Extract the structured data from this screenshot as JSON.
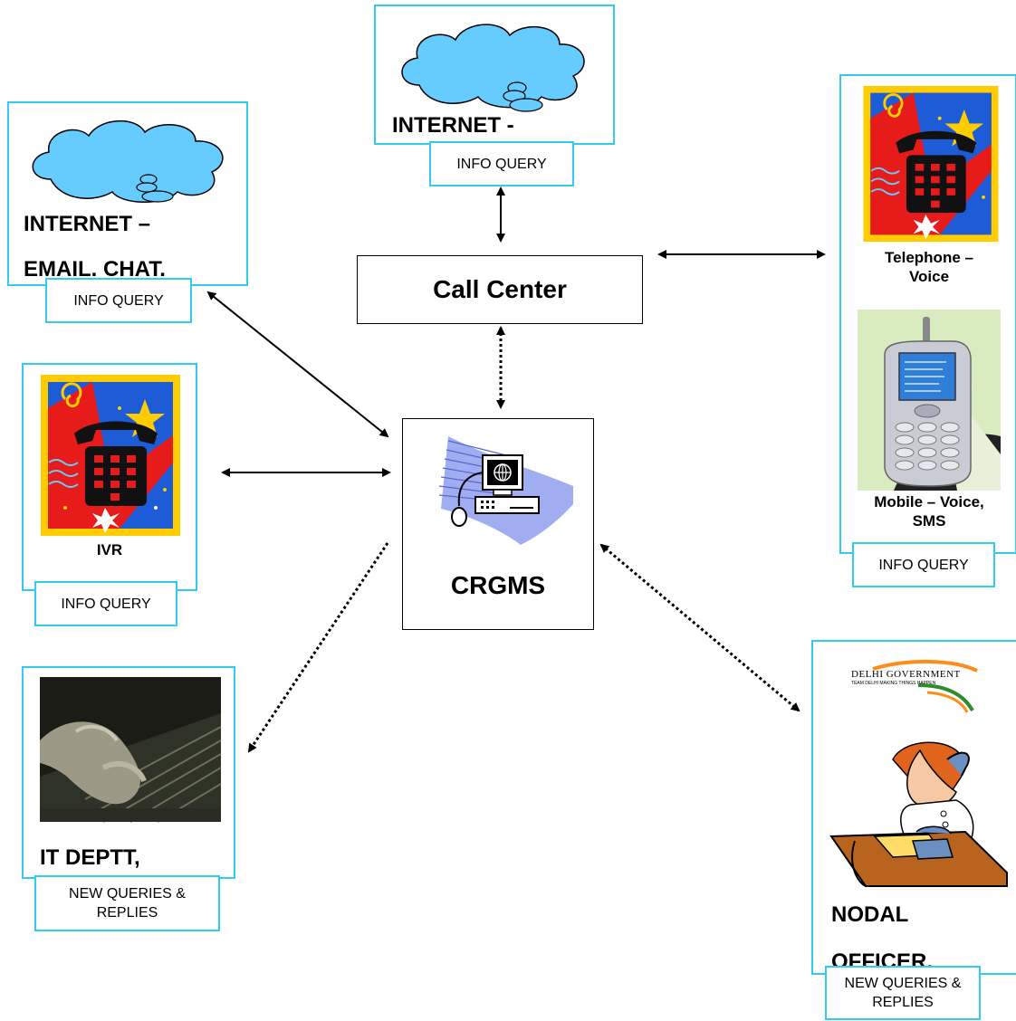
{
  "nodes": {
    "internet_top": {
      "title": "INTERNET -",
      "tag": "INFO QUERY"
    },
    "internet_email": {
      "title_line1": "INTERNET –",
      "title_line2": "EMAIL. CHAT.",
      "tag": "INFO QUERY"
    },
    "ivr": {
      "label": "IVR",
      "tag": "INFO QUERY"
    },
    "call_center": {
      "label": "Call Center"
    },
    "crgms": {
      "label": "CRGMS"
    },
    "telephone_mobile": {
      "telephone_label": "Telephone –\nVoice",
      "mobile_label": "Mobile – Voice,\nSMS",
      "tag": "INFO QUERY"
    },
    "it_dept": {
      "title": "IT DEPTT,",
      "tag": "NEW QUERIES &\nREPLIES"
    },
    "nodal_officer": {
      "logo_text_1": "DELHI GOVERNMENT",
      "logo_text_2": "TEAM DELHI MAKING THINGS HAPPEN",
      "title_line1": "NODAL",
      "title_line2": "OFFICER.",
      "tag": "NEW QUERIES &\nREPLIES"
    }
  },
  "colors": {
    "frame": "#33ccee",
    "cloud": "#66ccff",
    "monitor_wave": "#8899ee"
  },
  "icons": [
    "cloud-icon",
    "telephone-clipart-icon",
    "mobile-phone-icon",
    "computer-globe-icon",
    "keyboard-photo-icon",
    "officer-on-phone-icon"
  ]
}
